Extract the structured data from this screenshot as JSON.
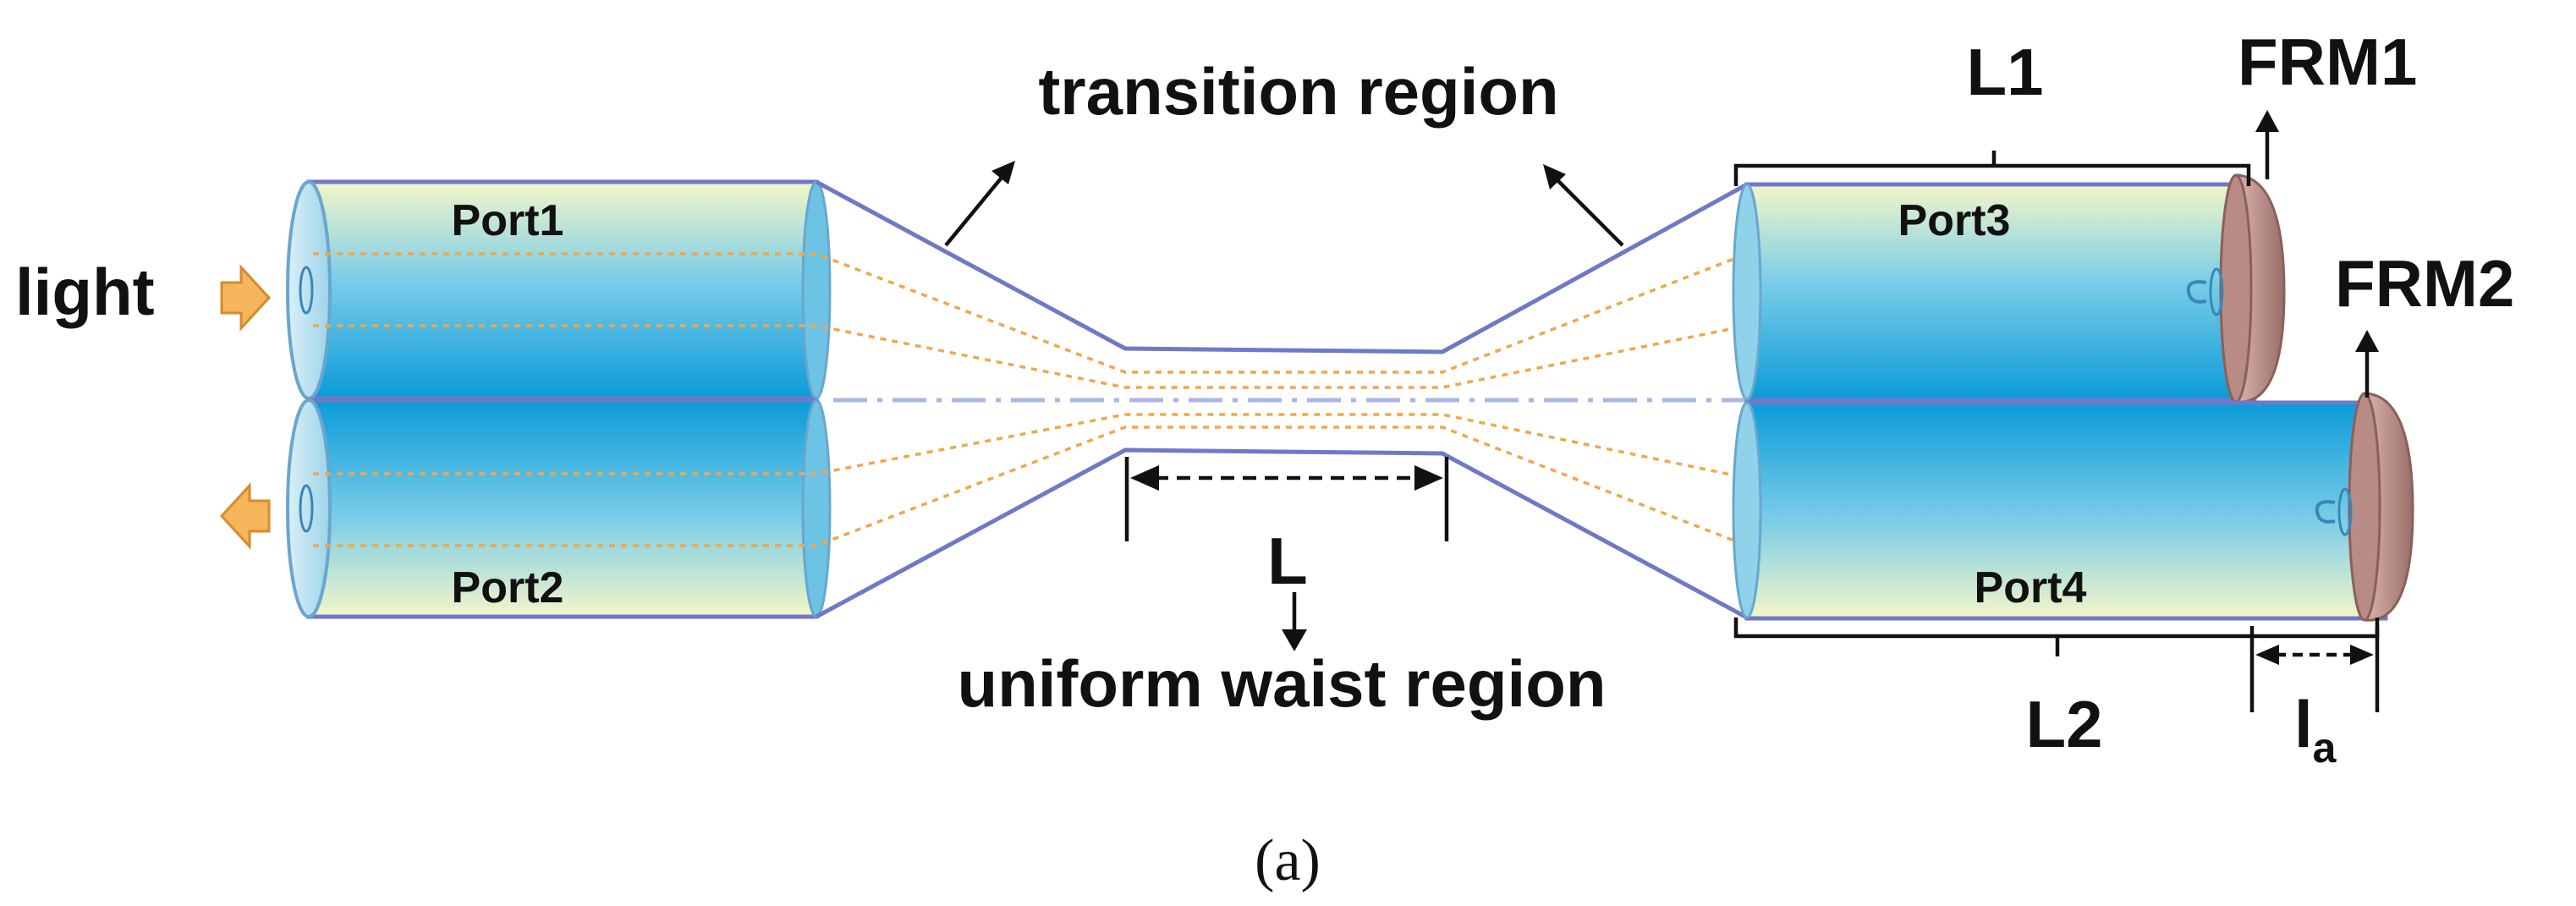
{
  "labels": {
    "light": "light",
    "transition_region": "transition region",
    "uniform_waist_region": "uniform waist region",
    "waist_length": "L",
    "length1": "L1",
    "length2": "L2",
    "frm1": "FRM1",
    "frm2": "FRM2",
    "offset_base": "l",
    "offset_sub": "a",
    "caption": "(a)"
  },
  "ports": {
    "port1": "Port1",
    "port2": "Port2",
    "port3": "Port3",
    "port4": "Port4"
  },
  "colors": {
    "fiber_light": "#f4f6c8",
    "fiber_blue": "#0fa0dc",
    "fiber_outline": "#6f79c8",
    "core_line": "#f2a64a",
    "mirror": "#b98b86",
    "arrow_fill": "#f4b55b",
    "axis_line": "#a9b6e6"
  }
}
